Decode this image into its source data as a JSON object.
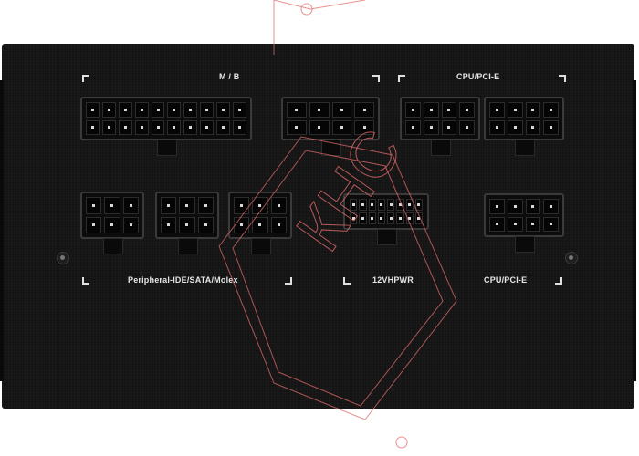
{
  "panel": {
    "color": "#141414"
  },
  "labels": {
    "mb": "M / B",
    "cpu_pcie_top": "CPU/PCI-E",
    "peripheral": "Peripheral-IDE/SATA/Molex",
    "hpwr": "12VHPWR",
    "cpu_pcie_bottom": "CPU/PCI-E"
  },
  "watermark": {
    "text": "КНС",
    "color": "#e06a6a"
  },
  "connectors": {
    "mb_main_pins": 20,
    "mb_aux_pins": 8,
    "cpu_top_pins": 8,
    "peripheral_pins": 6,
    "hpwr_pins": 16,
    "cpu_bottom_pins": 8
  }
}
